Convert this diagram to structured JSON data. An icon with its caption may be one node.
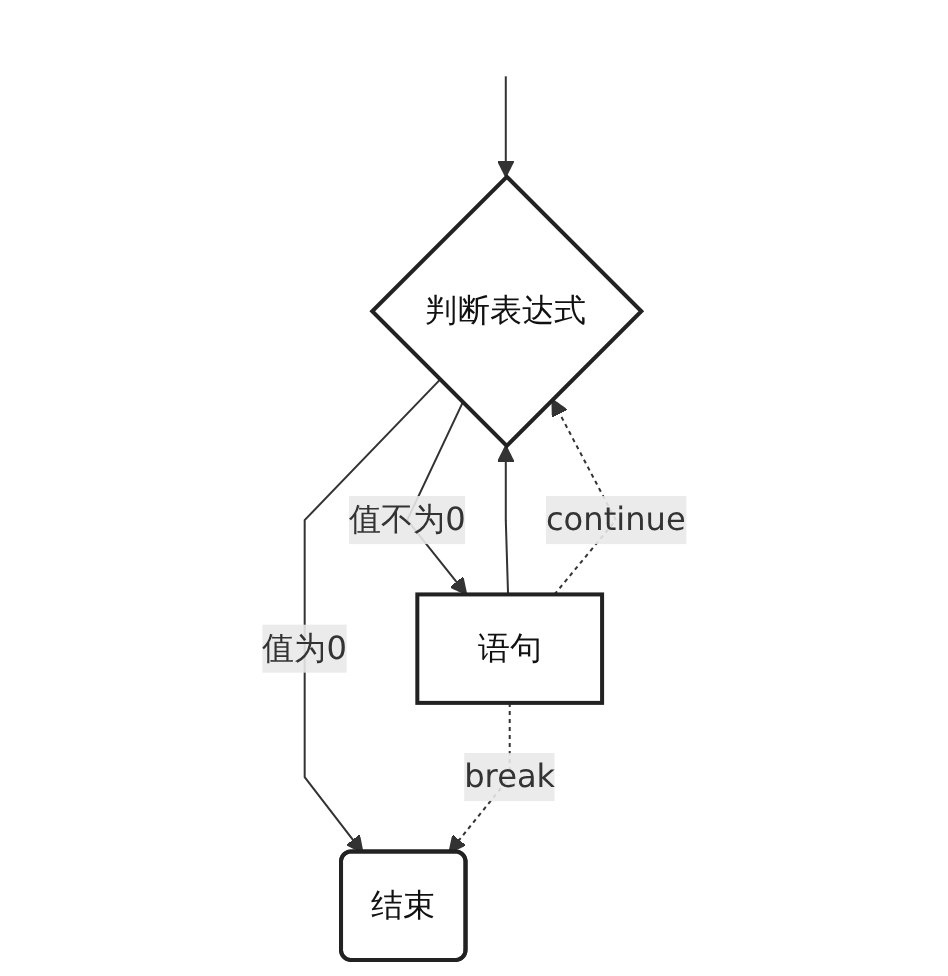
{
  "diagram": {
    "nodes": [
      {
        "text": [
          "判断表达式"
        ]
      },
      {
        "text": [
          "语句"
        ]
      },
      {
        "text": [
          "结束"
        ]
      }
    ],
    "edges": [
      {
        "from": null,
        "to": 0,
        "arrow": "to"
      },
      {
        "from": 0,
        "to": 2,
        "arrow": "to",
        "label": "值为0"
      },
      {
        "from": 0,
        "to": 1,
        "arrow": "to",
        "label": "值不为0"
      },
      {
        "from": 1,
        "to": 0,
        "arrow": "to"
      },
      {
        "from": 1,
        "to": 2,
        "arrow": "to",
        "label": "break",
        "style": "dashed"
      },
      {
        "from": 1,
        "to": 0,
        "arrow": "to",
        "label": "continue",
        "style": "dashed"
      }
    ]
  }
}
